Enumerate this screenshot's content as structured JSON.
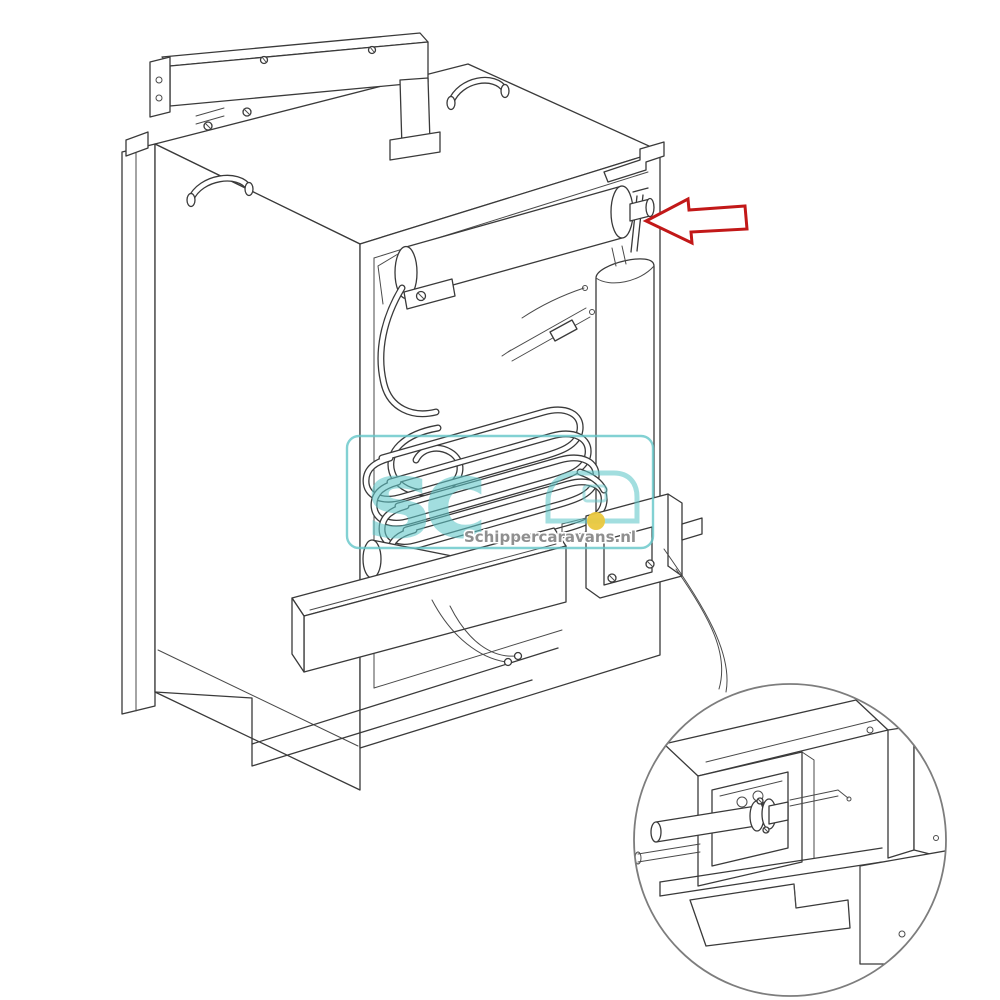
{
  "page": {
    "background_color": "#ffffff"
  },
  "watermark": {
    "logo_text": "sc",
    "site_text": "Schippercaravans.nl",
    "logo_color": "#5fc6c8",
    "wheel_color": "#eac83e",
    "text_color": "#8f8f8f"
  },
  "diagram": {
    "line_color": "#3a3a3a",
    "highlight_arrow_color": "#c21818",
    "subject": "absorption-refrigerator-rear-view",
    "callout_shape": "circle",
    "callout_subject": "gas-burner-assembly-detail"
  }
}
